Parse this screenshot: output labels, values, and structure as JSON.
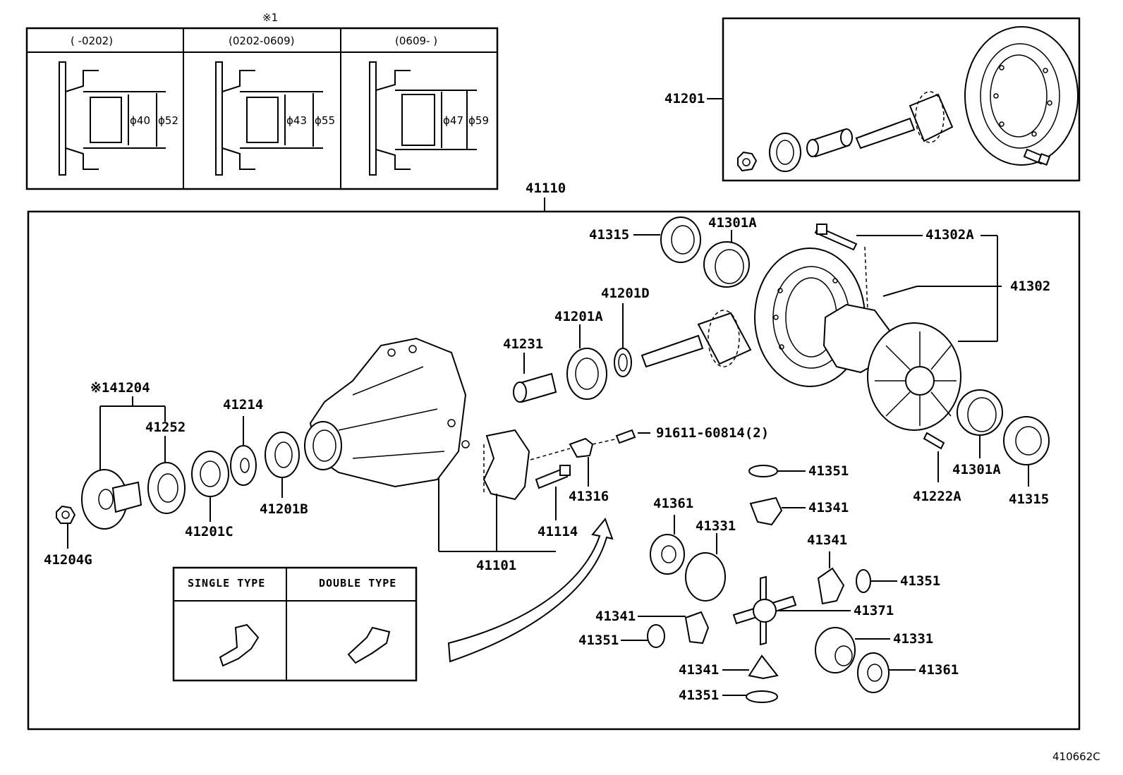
{
  "inset_variants": {
    "note_mark": "※1",
    "columns": [
      {
        "header": "(    -0202)",
        "inner_dia": "ϕ40",
        "outer_dia": "ϕ52"
      },
      {
        "header": "(0202-0609)",
        "inner_dia": "ϕ43",
        "outer_dia": "ϕ55"
      },
      {
        "header": "(0609-    )",
        "inner_dia": "ϕ47",
        "outer_dia": "ϕ59"
      }
    ]
  },
  "gear_set_label": "41201",
  "assembly_label": "41110",
  "part_labels": {
    "p41315_top": "41315",
    "p41301A_top": "41301A",
    "p41302A": "41302A",
    "p41302": "41302",
    "p41201D": "41201D",
    "p41201A": "41201A",
    "p41231": "41231",
    "p41204": "※141204",
    "p41252": "41252",
    "p41214": "41214",
    "p91611": "91611-60814(2)",
    "p41351_a": "41351",
    "p41341_a": "41341",
    "p41201B": "41201B",
    "p41201C": "41201C",
    "p41316": "41316",
    "p41222A": "41222A",
    "p41301A_bot": "41301A",
    "p41315_bot": "41315",
    "p41361_a": "41361",
    "p41331_a": "41331",
    "p41341_b": "41341",
    "p41114": "41114",
    "p41204G": "41204G",
    "p41101": "41101",
    "p41351_b": "41351",
    "p41371": "41371",
    "p41341_c": "41341",
    "p41351_c": "41351",
    "p41331_b": "41331",
    "p41341_d": "41341",
    "p41361_b": "41361",
    "p41351_d": "41351"
  },
  "type_box": {
    "single": "SINGLE TYPE",
    "double": "DOUBLE TYPE"
  },
  "illustration_code": "410662C"
}
